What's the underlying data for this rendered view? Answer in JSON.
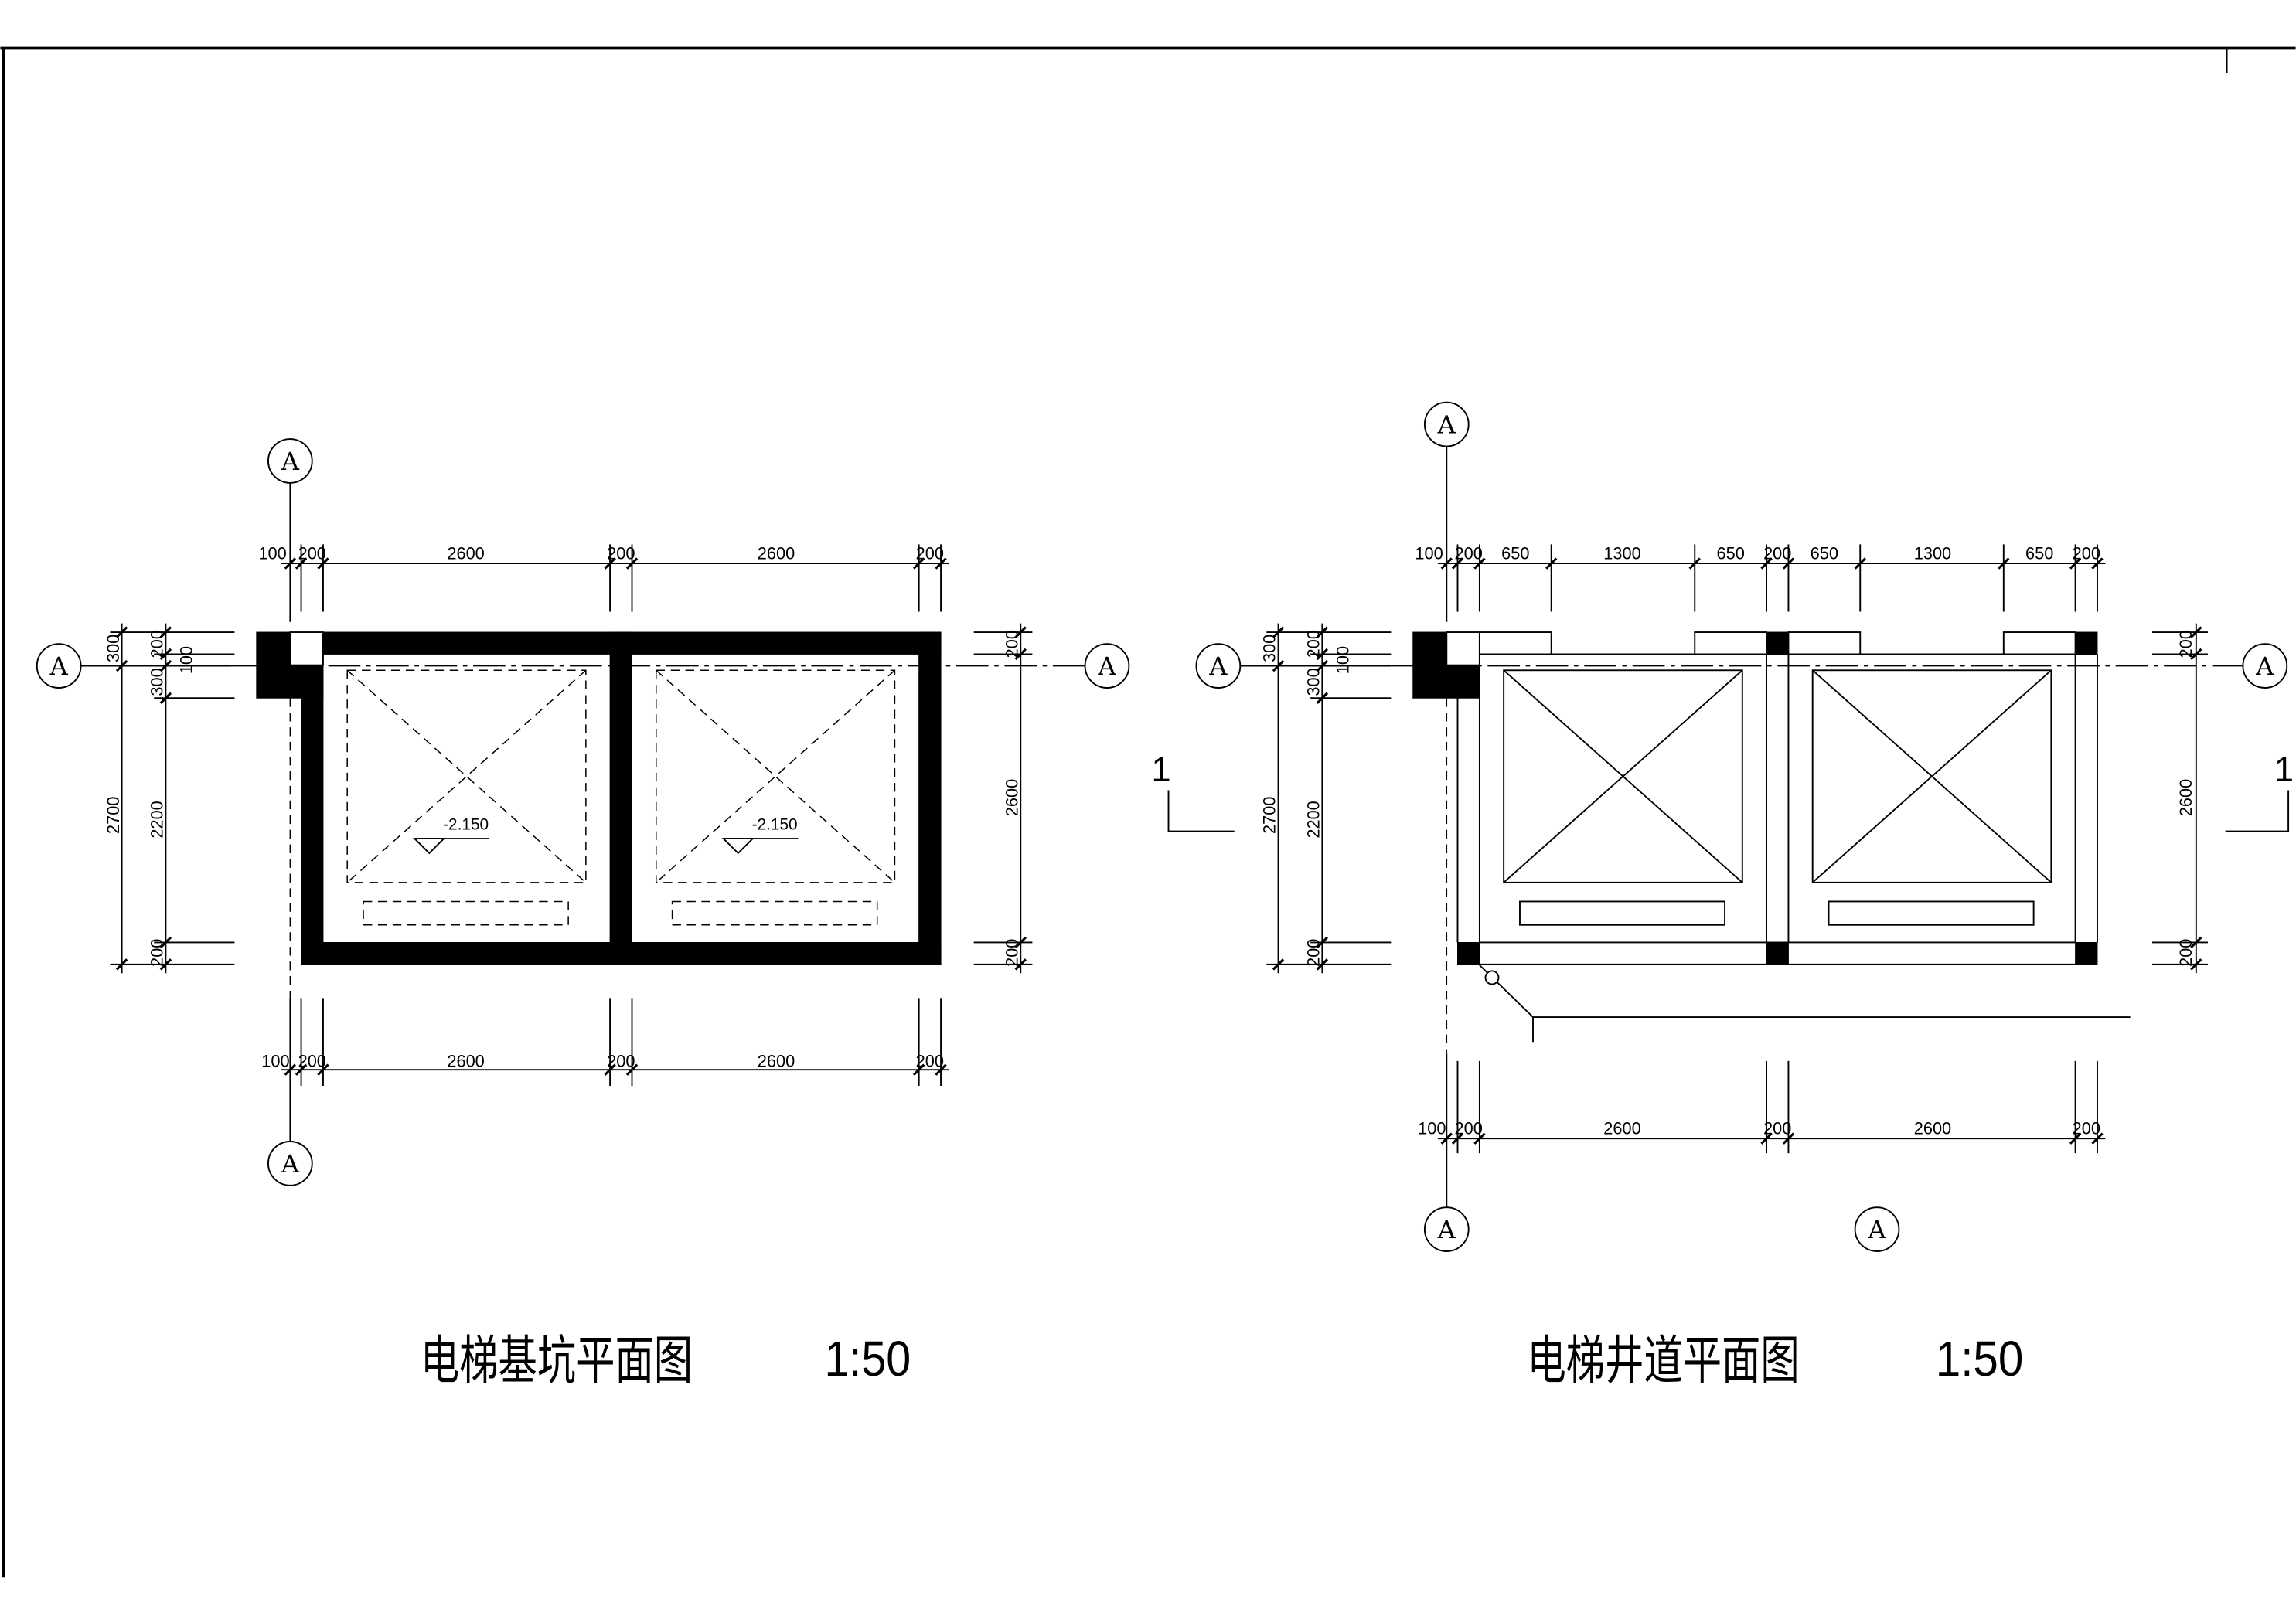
{
  "sheet": {
    "pit_plan": {
      "title": "电梯基坑平面图",
      "scale": "1:50",
      "axis_bubbles": [
        "A",
        "A",
        "A",
        "A"
      ],
      "top_dims": [
        "100",
        "200",
        "2600",
        "200",
        "2600",
        "200"
      ],
      "bottom_dims": [
        "100",
        "200",
        "2600",
        "200",
        "2600",
        "200"
      ],
      "left_dims": [
        "300",
        "200",
        "100",
        "300",
        "2700",
        "2200",
        "200"
      ],
      "right_dims": [
        "200",
        "2600",
        "200"
      ],
      "pit_bottom_elevations": [
        "-2.150",
        "-2.150"
      ]
    },
    "shaft_plan": {
      "title": "电梯井道平面图",
      "scale": "1:50",
      "axis_bubbles": [
        "A",
        "A",
        "A",
        "A",
        "A"
      ],
      "top_dims": [
        "100",
        "200",
        "650",
        "1300",
        "650",
        "200",
        "650",
        "1300",
        "650",
        "200"
      ],
      "bottom_dims": [
        "100",
        "200",
        "2600",
        "200",
        "2600",
        "200"
      ],
      "left_dims": [
        "300",
        "200",
        "100",
        "300",
        "2700",
        "2200",
        "200"
      ],
      "right_dims": [
        "200",
        "2600",
        "200"
      ],
      "section_marks": [
        "1",
        "1"
      ]
    }
  }
}
